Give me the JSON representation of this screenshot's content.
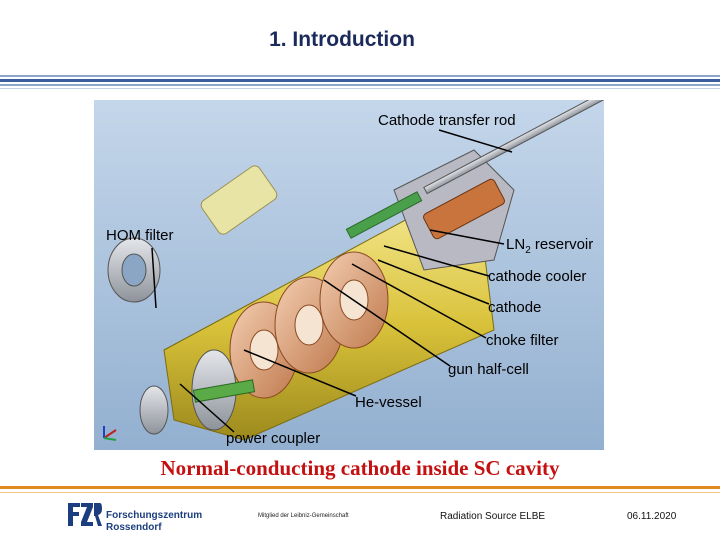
{
  "slide": {
    "title": "1. Introduction",
    "caption": "Normal-conducting cathode inside SC cavity"
  },
  "labels": {
    "cathode_transfer_rod": "Cathode transfer rod",
    "hom_filter": "HOM filter",
    "ln2_main": "LN",
    "ln2_sub": "2",
    "ln2_rest": " reservoir",
    "cathode_cooler": "cathode cooler",
    "cathode": "cathode",
    "choke_filter": "choke filter",
    "gun_half_cell": "gun half-cell",
    "he_vessel": "He-vessel",
    "power_coupler": "power coupler"
  },
  "footer": {
    "org_line1": "Forschungszentrum",
    "org_line2": "Rossendorf",
    "logo_letters": "FZR",
    "member_text": "Mitglied der Leibniz-Gemeinschaft",
    "project": "Radiation Source ELBE",
    "date": "06.11.2020"
  },
  "colors": {
    "title_text": "#1a2a5a",
    "caption_text": "#c41010",
    "rule_blue": "#3a5ea0",
    "footer_orange": "#e08a1e",
    "photo_background": "#a9c4de"
  }
}
